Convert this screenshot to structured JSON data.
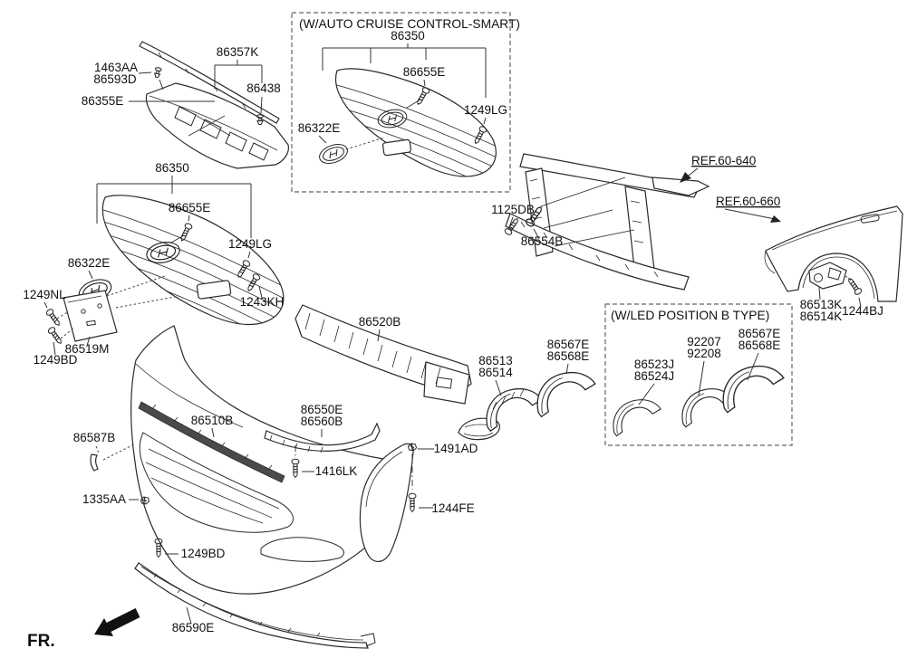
{
  "diagram": {
    "direction_label": "FR.",
    "title_boxes": {
      "auto_cruise": "(W/AUTO CRUISE CONTROL-SMART)",
      "led_position": "(W/LED POSITION B TYPE)"
    },
    "ref_labels": {
      "ref_60_640": "REF.60-640",
      "ref_60_660": "REF.60-660"
    },
    "part_labels": {
      "top_strip": "86357K",
      "clip_1463aa": "1463AA",
      "clip_86593d": "86593D",
      "clip_86438": "86438",
      "air_flap": "86355E",
      "cruise_grille": "86350",
      "cruise_bolt": "86655E",
      "cruise_screw": "1249LG",
      "cruise_emblem": "86322E",
      "grille": "86350",
      "grille_bolt": "86655E",
      "grille_screw": "1249LG",
      "grille_screw2": "1243KH",
      "emblem": "86322E",
      "screw_1249nl": "1249NL",
      "plate_bracket": "86519M",
      "screw_1249bd_upper": "1249BD",
      "bolt_1125db": "1125DB",
      "bolt_86554b": "86554B",
      "sensor_upper": "86513K",
      "sensor_lower": "86514K",
      "bolt_1244bj": "1244BJ",
      "absorber": "86520B",
      "led_cover_l1": "86523J",
      "led_cover_l2": "86524J",
      "led_lamp1": "92207",
      "led_lamp2": "92208",
      "led_cover_r1": "86567E",
      "led_cover_r2": "86568E",
      "fog_cover1": "86513",
      "fog_cover2": "86514",
      "side_cover1": "86567E",
      "side_cover2": "86568E",
      "bumper_molding": "86510B",
      "lower_trim1": "86550E",
      "lower_trim2": "86560B",
      "bolt_1416lk": "1416LK",
      "clip_1491ad": "1491AD",
      "bracket_86587b": "86587B",
      "clip_1335aa": "1335AA",
      "screw_1249bd_lower": "1249BD",
      "bolt_1244fe": "1244FE",
      "lower_lip": "86590E"
    }
  }
}
